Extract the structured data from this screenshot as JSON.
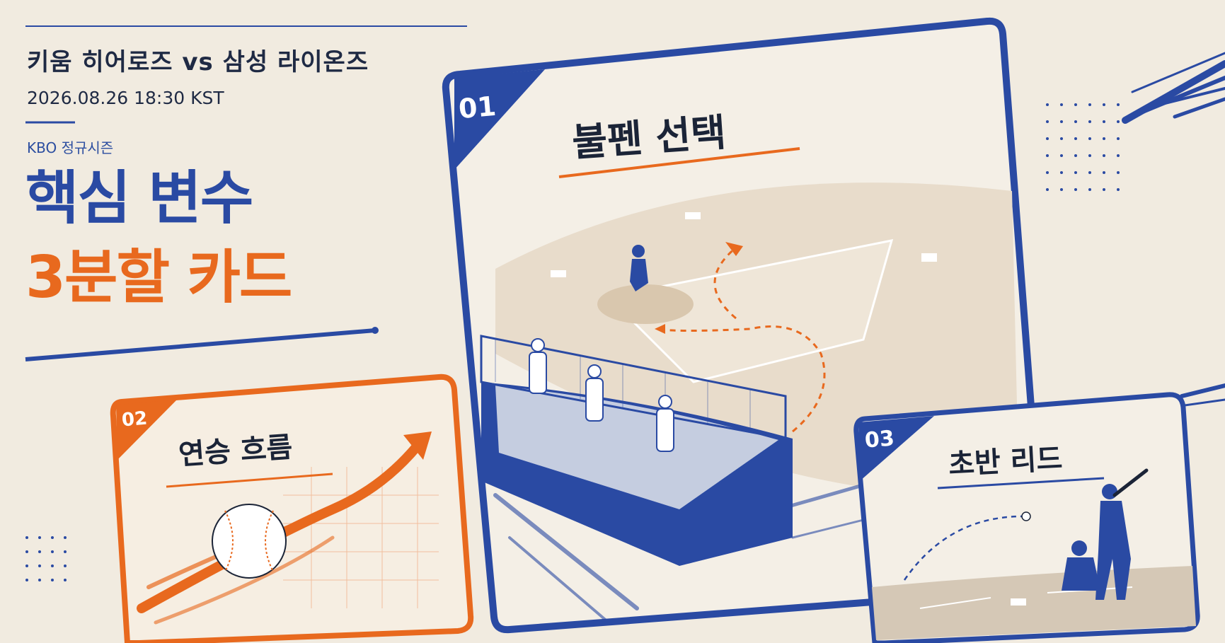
{
  "header": {
    "match": "키움 히어로즈 vs 삼성 라이온즈",
    "datetime": "2026.08.26 18:30 KST",
    "league": "KBO 정규시즌"
  },
  "headline": {
    "line1": "핵심 변수",
    "line2": "3분할 카드"
  },
  "cards": [
    {
      "number": "01",
      "title": "불펜 선택"
    },
    {
      "number": "02",
      "title": "연승 흐름"
    },
    {
      "number": "03",
      "title": "초반 리드"
    }
  ],
  "colors": {
    "navy": "#2a4aa3",
    "orange": "#e8691e",
    "paper": "#f1ebe0",
    "ink": "#1b2437"
  }
}
